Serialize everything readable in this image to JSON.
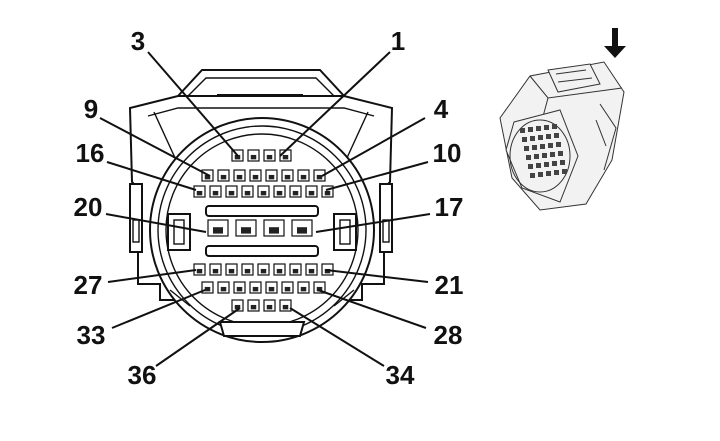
{
  "pin_labels": [
    {
      "id": "p3",
      "text": "3"
    },
    {
      "id": "p1",
      "text": "1"
    },
    {
      "id": "p9",
      "text": "9"
    },
    {
      "id": "p4",
      "text": "4"
    },
    {
      "id": "p16",
      "text": "16"
    },
    {
      "id": "p10",
      "text": "10"
    },
    {
      "id": "p20",
      "text": "20"
    },
    {
      "id": "p17",
      "text": "17"
    },
    {
      "id": "p27",
      "text": "27"
    },
    {
      "id": "p21",
      "text": "21"
    },
    {
      "id": "p33",
      "text": "33"
    },
    {
      "id": "p28",
      "text": "28"
    },
    {
      "id": "p36",
      "text": "36"
    },
    {
      "id": "p34",
      "text": "34"
    }
  ],
  "insertion_arrow_icon": "arrow-down-icon"
}
